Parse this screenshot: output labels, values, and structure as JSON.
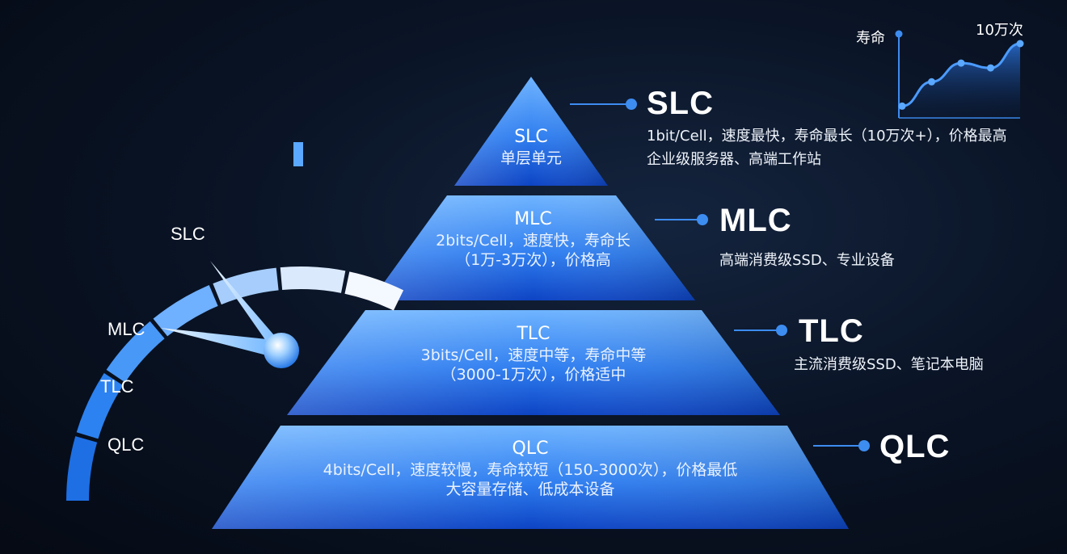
{
  "pyramid": {
    "tiers": [
      {
        "title": "SLC",
        "lines": [
          "单层单元"
        ]
      },
      {
        "title": "MLC",
        "lines": [
          "2bits/Cell，速度快，寿命长",
          "（1万-3万次），价格高"
        ]
      },
      {
        "title": "TLC",
        "lines": [
          "3bits/Cell，速度中等，寿命中等",
          "（3000-1万次），价格适中"
        ]
      },
      {
        "title": "QLC",
        "lines": [
          "4bits/Cell，速度较慢，寿命较短（150-3000次），价格最低",
          "大容量存储、低成本设备"
        ]
      }
    ]
  },
  "callouts": [
    {
      "title": "SLC",
      "desc": [
        "1bit/Cell，速度最快，寿命最长（10万次+），价格最高",
        "企业级服务器、高端工作站"
      ]
    },
    {
      "title": "MLC",
      "desc": [
        "高端消费级SSD、专业设备"
      ]
    },
    {
      "title": "TLC",
      "desc": [
        "主流消费级SSD、笔记本电脑"
      ]
    },
    {
      "title": "QLC",
      "desc": []
    }
  ],
  "gauge": {
    "labels": [
      "SLC",
      "MLC",
      "TLC",
      "QLC"
    ]
  },
  "mini_chart": {
    "ylabel": "寿命",
    "peak_label": "10万次",
    "values": [
      0.1,
      0.45,
      0.72,
      0.65,
      1.0
    ]
  },
  "colors": {
    "accent": "#2f8cff",
    "pyramid_light": "#5aa8ff",
    "pyramid_dark": "#0c3fb8"
  }
}
